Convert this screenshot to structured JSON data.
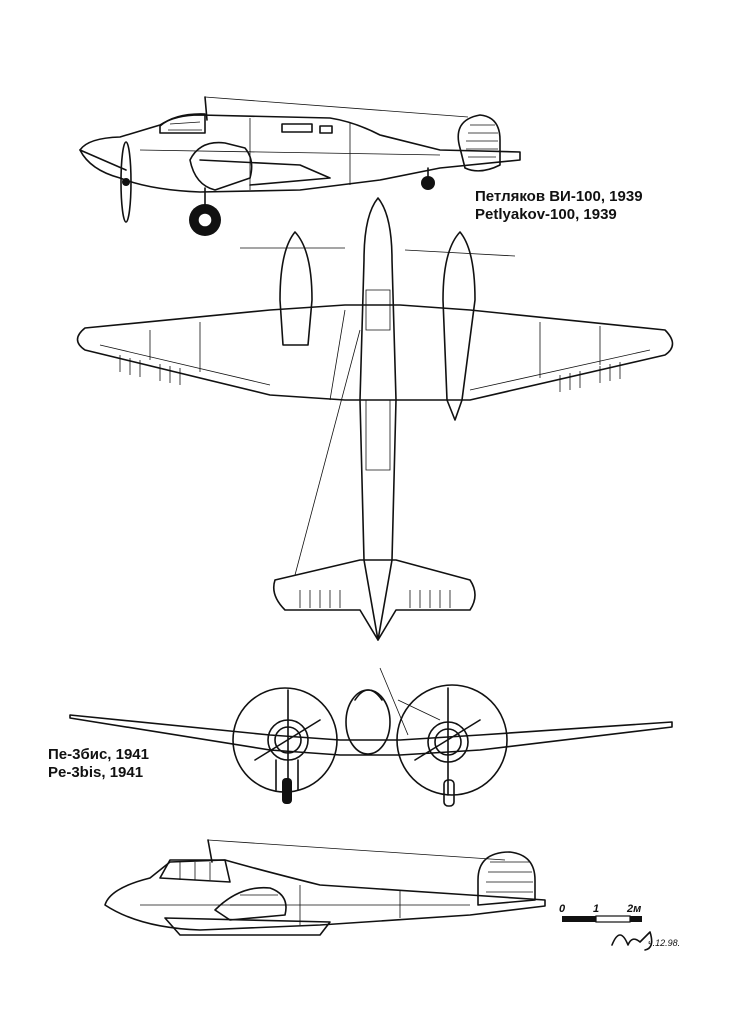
{
  "captions": {
    "vi100_ru": "Петляков ВИ-100, 1939",
    "vi100_en": "Petlyakov-100, 1939",
    "pe3_ru": "Пе-3бис, 1941",
    "pe3_en": "Pe-3bis, 1941"
  },
  "scale_bar": {
    "label_0": "0",
    "label_1": "1",
    "label_2": "2м"
  },
  "signature_text": "ч.12.98."
}
